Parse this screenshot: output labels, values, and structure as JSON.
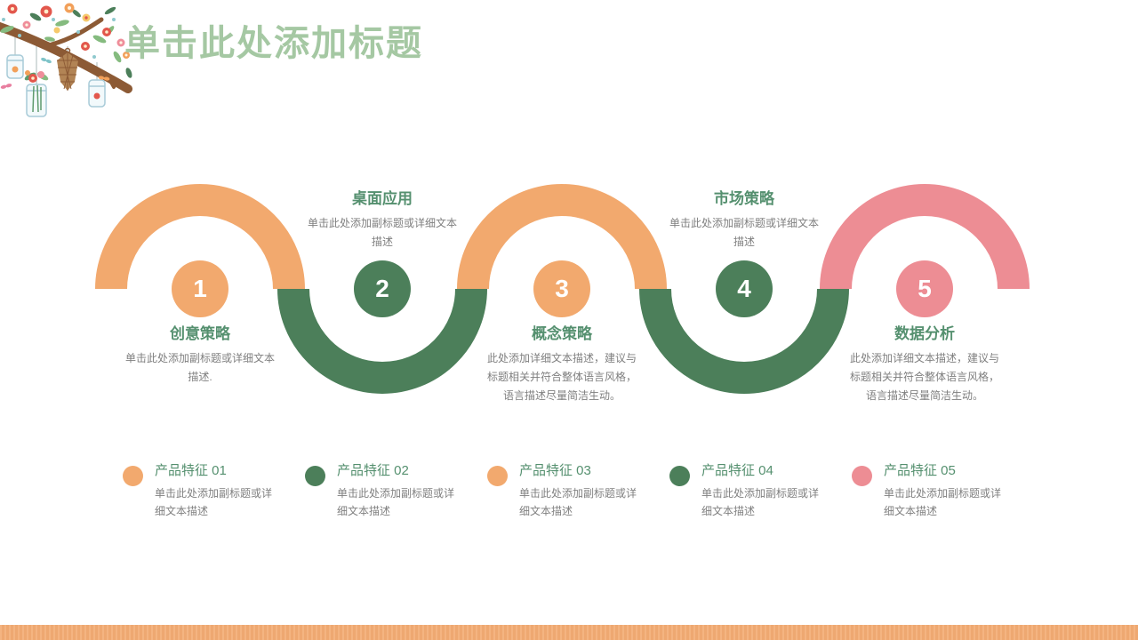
{
  "title": "单击此处添加标题",
  "colors": {
    "orange": "#F2A96E",
    "green": "#4C7F5A",
    "pink": "#ED8D94",
    "title_green": "#A5C8A3",
    "label_green": "#55906F",
    "text_gray": "#7F7F7F",
    "bottom_bar": "#F3AB73"
  },
  "steps": [
    {
      "number": "1",
      "title": "创意策略",
      "position": "below",
      "color": "orange",
      "lines": [
        "单击此处添加副标题或详细文本",
        "描述."
      ]
    },
    {
      "number": "2",
      "title": "桌面应用",
      "position": "above",
      "color": "green",
      "lines": [
        "单击此处添加副标题或详细文本",
        "描述"
      ]
    },
    {
      "number": "3",
      "title": "概念策略",
      "position": "below",
      "color": "orange",
      "lines": [
        "此处添加详细文本描述，建议与",
        "标题相关并符合整体语言风格，",
        "语言描述尽量简洁生动。"
      ]
    },
    {
      "number": "4",
      "title": "市场策略",
      "position": "above",
      "color": "green",
      "lines": [
        "单击此处添加副标题或详细文本",
        "描述"
      ]
    },
    {
      "number": "5",
      "title": "数据分析",
      "position": "below",
      "color": "pink",
      "lines": [
        "此处添加详细文本描述，建议与",
        "标题相关并符合整体语言风格，",
        "语言描述尽量简洁生动。"
      ]
    }
  ],
  "features": [
    {
      "title": "产品特征 01",
      "color": "orange",
      "lines": [
        "单击此处添加副标题或详",
        "细文本描述"
      ]
    },
    {
      "title": "产品特征 02",
      "color": "green",
      "lines": [
        "单击此处添加副标题或详",
        "细文本描述"
      ]
    },
    {
      "title": "产品特征 03",
      "color": "orange",
      "lines": [
        "单击此处添加副标题或详",
        "细文本描述"
      ]
    },
    {
      "title": "产品特征 04",
      "color": "green",
      "lines": [
        "单击此处添加副标题或详",
        "细文本描述"
      ]
    },
    {
      "title": "产品特征 05",
      "color": "pink",
      "lines": [
        "单击此处添加副标题或详",
        "细文本描述"
      ]
    }
  ],
  "deco": {
    "description": "floral branch with hanging jars and lanterns"
  }
}
